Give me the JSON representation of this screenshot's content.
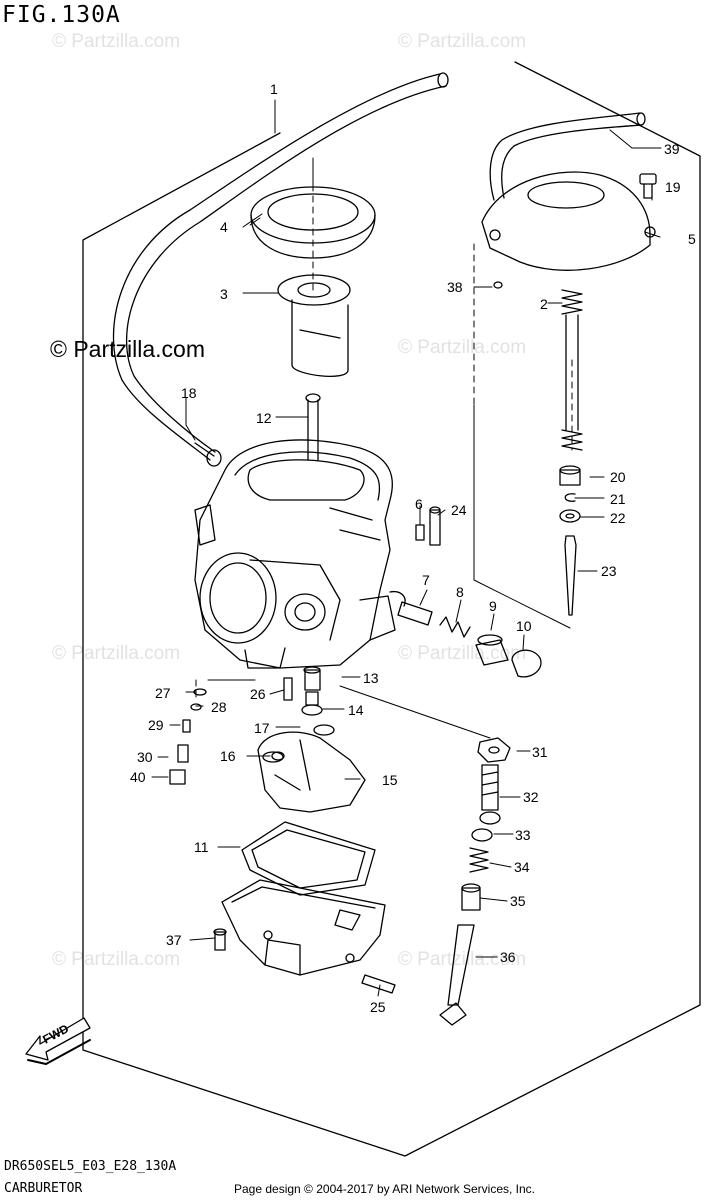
{
  "figure": {
    "id": "FIG.130A",
    "model_code": "DR650SEL5_E03_E28_130A",
    "title": "CARBURETOR"
  },
  "watermark": {
    "main": "© Partzilla.com",
    "tile": "© Partzilla.com"
  },
  "credit": "Page design © 2004-2017 by ARI Network Services, Inc.",
  "fwd_label": "FWD",
  "colors": {
    "line": "#000000",
    "watermark": "#e2e2e2"
  },
  "callouts": {
    "p1": "1",
    "p2": "2",
    "p3": "3",
    "p4": "4",
    "p5": "5",
    "p6": "6",
    "p7": "7",
    "p8": "8",
    "p9": "9",
    "p10": "10",
    "p11": "11",
    "p12": "12",
    "p13": "13",
    "p14": "14",
    "p15": "15",
    "p16": "16",
    "p17": "17",
    "p18": "18",
    "p19": "19",
    "p20": "20",
    "p21": "21",
    "p22": "22",
    "p23": "23",
    "p24": "24",
    "p25": "25",
    "p26": "26",
    "p27": "27",
    "p28": "28",
    "p29": "29",
    "p30": "30",
    "p31": "31",
    "p32": "32",
    "p33": "33",
    "p34": "34",
    "p35": "35",
    "p36": "36",
    "p37": "37",
    "p38": "38",
    "p39": "39",
    "p40": "40"
  }
}
